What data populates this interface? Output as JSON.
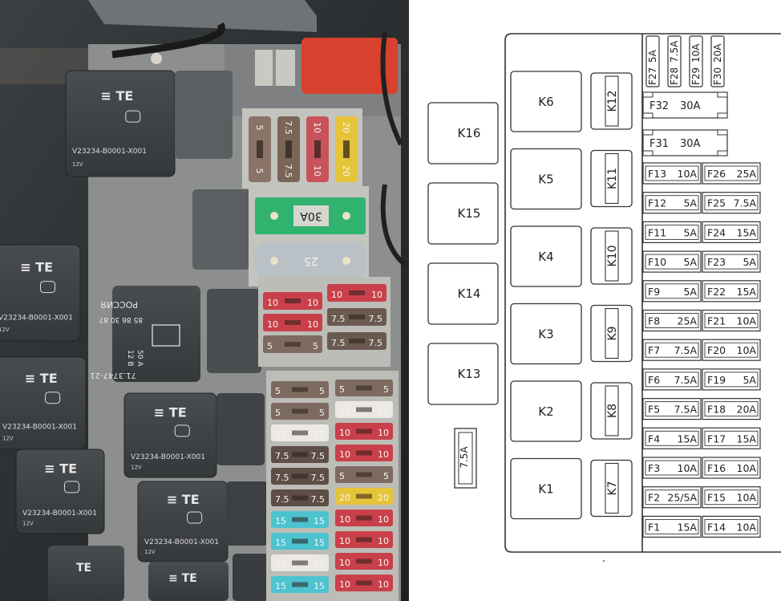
{
  "photo": {
    "title": "Fuse and relay box photo",
    "relays": [
      {
        "brand": "TE",
        "part": "V23234-B0001-X001",
        "voltage": "12V"
      },
      {
        "brand": "TE",
        "part": "V23234-B0001-X001",
        "voltage": "12V"
      },
      {
        "brand": "TE",
        "part": "V23234-B0001-X001",
        "voltage": "12V"
      },
      {
        "brand": "TE",
        "part": "V23234-B0001-X001",
        "voltage": "12V"
      },
      {
        "brand": "TE",
        "part": "V23234-B0001-X001",
        "voltage": "12V"
      },
      {
        "brand": "TE",
        "part": "V23234-B0001-X001",
        "voltage": "12V"
      }
    ],
    "russian_relay": {
      "country": "РОССИЯ",
      "pins": "85 86 30 87",
      "voltage": "12 В",
      "current": "50 А",
      "part": "71.3747-21"
    },
    "top_fuses": [
      {
        "value": "5",
        "color": "#8a7467"
      },
      {
        "value": "7.5",
        "color": "#7a6658"
      },
      {
        "value": "10",
        "color": "#c8535a"
      },
      {
        "value": "20",
        "color": "#e6c43a"
      }
    ],
    "maxi_fuses": [
      {
        "value": "30A",
        "color": "#2fb36f"
      },
      {
        "value": "25",
        "color": "#b9c0c6"
      }
    ],
    "mid_fuses_left": [
      {
        "value": "10",
        "color": "#c9404a"
      },
      {
        "value": "10",
        "color": "#c9404a"
      },
      {
        "value": "5",
        "color": "#7d6a60"
      }
    ],
    "mid_fuses_right": [
      {
        "value": "10",
        "color": "#c9404a"
      },
      {
        "value": "7.5",
        "color": "#6b5a50"
      },
      {
        "value": "7.5",
        "color": "#6b5a50"
      }
    ],
    "bottom_fuses_left": [
      {
        "value": "5",
        "color": "#7d6a60"
      },
      {
        "value": "5",
        "color": "#7d6a60"
      },
      {
        "value": "25",
        "color": "#ece9e4"
      },
      {
        "value": "7.5",
        "color": "#5d4e46"
      },
      {
        "value": "7.5",
        "color": "#5d4e46"
      },
      {
        "value": "7.5",
        "color": "#5d4e46"
      },
      {
        "value": "15",
        "color": "#4dc3d0"
      },
      {
        "value": "15",
        "color": "#4dc3d0"
      },
      {
        "value": "25",
        "color": "#ece9e4"
      },
      {
        "value": "15",
        "color": "#4dc3d0"
      }
    ],
    "bottom_fuses_right": [
      {
        "value": "5",
        "color": "#7d6a60"
      },
      {
        "value": "25",
        "color": "#ece9e4"
      },
      {
        "value": "10",
        "color": "#c9404a"
      },
      {
        "value": "10",
        "color": "#c9404a"
      },
      {
        "value": "5",
        "color": "#7d6a60"
      },
      {
        "value": "20",
        "color": "#e6c43a"
      },
      {
        "value": "10",
        "color": "#c9404a"
      },
      {
        "value": "10",
        "color": "#c9404a"
      },
      {
        "value": "10",
        "color": "#c9404a"
      },
      {
        "value": "10",
        "color": "#c9404a"
      }
    ]
  },
  "diagram": {
    "title": "Fuse and relay layout",
    "external_relays": [
      "K16",
      "K15",
      "K14",
      "K13"
    ],
    "external_fuse": "7.5A",
    "large_relays": [
      "K6",
      "K5",
      "K4",
      "K3",
      "K2",
      "K1"
    ],
    "small_relays": [
      "K12",
      "K11",
      "K10",
      "K9",
      "K8",
      "K7"
    ],
    "top_vertical_fuses": [
      {
        "id": "F27",
        "rating": "5A"
      },
      {
        "id": "F28",
        "rating": "7.5A"
      },
      {
        "id": "F29",
        "rating": "10A"
      },
      {
        "id": "F30",
        "rating": "20A"
      }
    ],
    "maxi_fuses": [
      {
        "id": "F32",
        "rating": "30A"
      },
      {
        "id": "F31",
        "rating": "30A"
      }
    ],
    "fuse_rows": [
      {
        "left": {
          "id": "F13",
          "rating": "10A"
        },
        "right": {
          "id": "F26",
          "rating": "25A"
        }
      },
      {
        "left": {
          "id": "F12",
          "rating": "5A"
        },
        "right": {
          "id": "F25",
          "rating": "7.5A"
        }
      },
      {
        "left": {
          "id": "F11",
          "rating": "5A"
        },
        "right": {
          "id": "F24",
          "rating": "15A"
        }
      },
      {
        "left": {
          "id": "F10",
          "rating": "5A"
        },
        "right": {
          "id": "F23",
          "rating": "5A"
        }
      },
      {
        "left": {
          "id": "F9",
          "rating": "5A"
        },
        "right": {
          "id": "F22",
          "rating": "15A"
        }
      },
      {
        "left": {
          "id": "F8",
          "rating": "25A"
        },
        "right": {
          "id": "F21",
          "rating": "10A"
        }
      },
      {
        "left": {
          "id": "F7",
          "rating": "7.5A"
        },
        "right": {
          "id": "F20",
          "rating": "10A"
        }
      },
      {
        "left": {
          "id": "F6",
          "rating": "7.5A"
        },
        "right": {
          "id": "F19",
          "rating": "5A"
        }
      },
      {
        "left": {
          "id": "F5",
          "rating": "7.5A"
        },
        "right": {
          "id": "F18",
          "rating": "20A"
        }
      },
      {
        "left": {
          "id": "F4",
          "rating": "15A"
        },
        "right": {
          "id": "F17",
          "rating": "15A"
        }
      },
      {
        "left": {
          "id": "F3",
          "rating": "10A"
        },
        "right": {
          "id": "F16",
          "rating": "10A"
        }
      },
      {
        "left": {
          "id": "F2",
          "rating": "25/5A"
        },
        "right": {
          "id": "F15",
          "rating": "10A"
        }
      },
      {
        "left": {
          "id": "F1",
          "rating": "15A"
        },
        "right": {
          "id": "F14",
          "rating": "10A"
        }
      }
    ]
  }
}
